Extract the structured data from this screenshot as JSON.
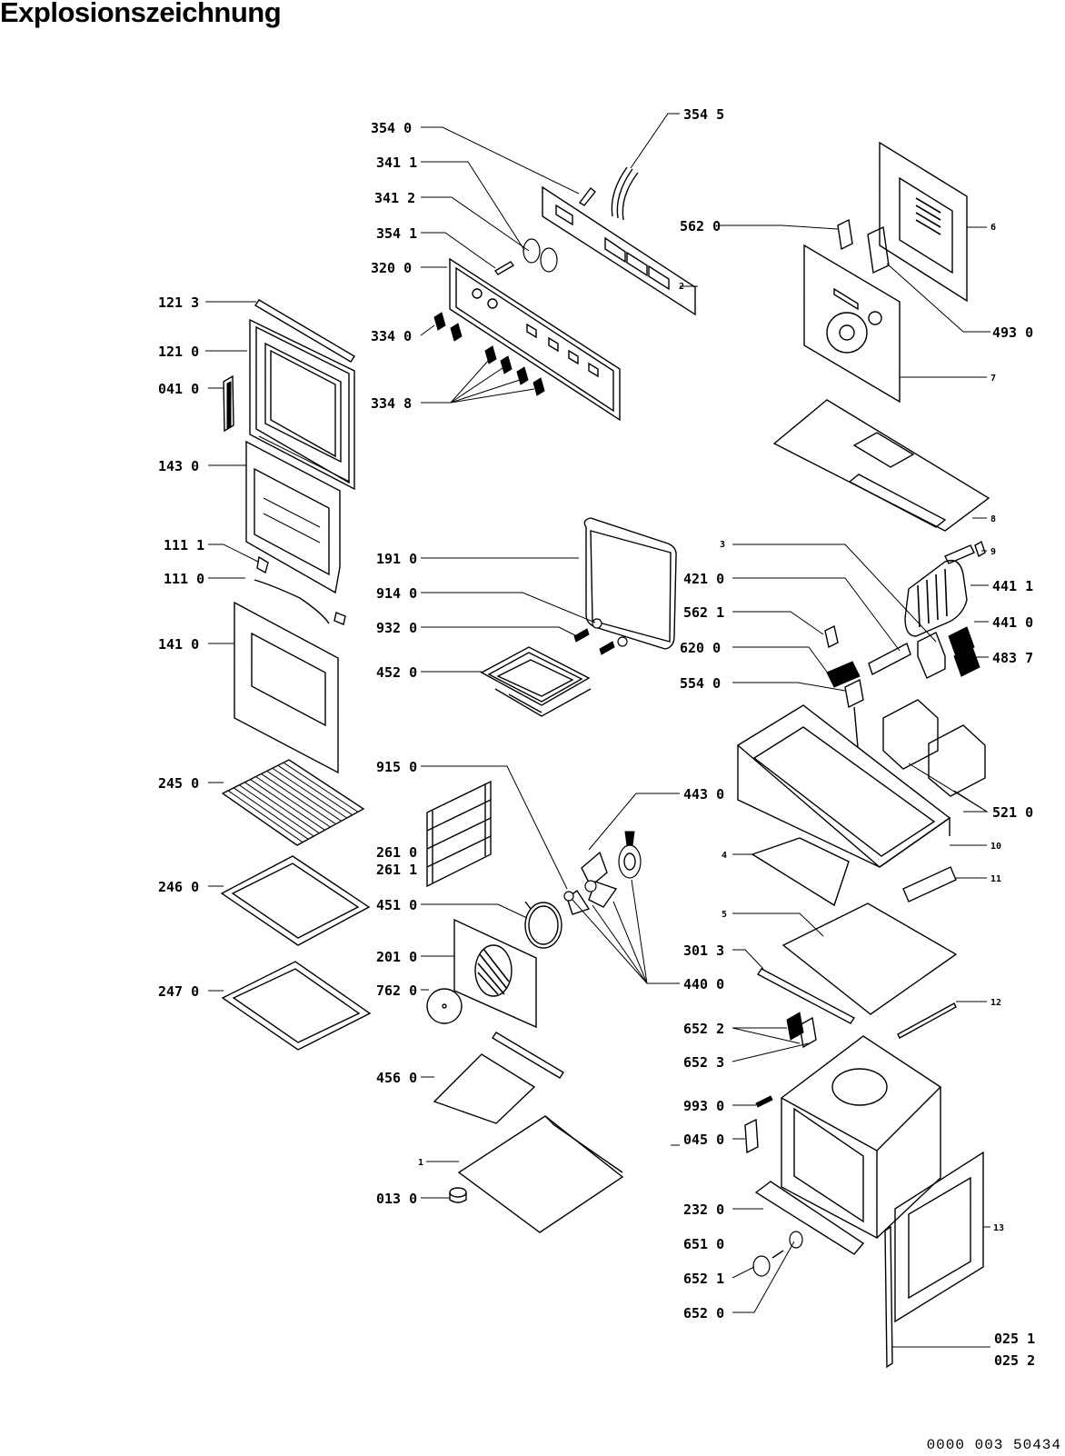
{
  "title": "Explosionszeichnung",
  "document_number": "0000 003 50434",
  "labels": {
    "l3540": "354 0",
    "l3545": "354 5",
    "l3411": "341 1",
    "l3412": "341 2",
    "l3541": "354 1",
    "l3200": "320 0",
    "l3340": "334 0",
    "l3348": "334 8",
    "l1213": "121 3",
    "l1210": "121 0",
    "l0410": "041 0",
    "l1430": "143 0",
    "l1111": "111 1",
    "l1110": "111 0",
    "l1410": "141 0",
    "l2450": "245 0",
    "l2460": "246 0",
    "l2470": "247 0",
    "l1910": "191 0",
    "l9140": "914 0",
    "l9320": "932 0",
    "l4520": "452 0",
    "l9150": "915 0",
    "l2610": "261 0",
    "l2611": "261 1",
    "l4510": "451 0",
    "l2010": "201 0",
    "l7620": "762 0",
    "l4560": "456 0",
    "l0130": "013 0",
    "l5620": "562 0",
    "l4930": "493 0",
    "l4210": "421 0",
    "l5621": "562 1",
    "l6200": "620 0",
    "l5540": "554 0",
    "l4411": "441 1",
    "l4410": "441 0",
    "l4837": "483 7",
    "l5210": "521 0",
    "l4430": "443 0",
    "l4400": "440 0",
    "l3013": "301 3",
    "l6522": "652 2",
    "l6523": "652 3",
    "l9930": "993 0",
    "l0450": "045 0",
    "l2320": "232 0",
    "l6510": "651 0",
    "l6521": "652 1",
    "l6520": "652 0",
    "l0251": "025 1",
    "l0252": "025 2",
    "n1": "1",
    "n2": "2",
    "n3": "3",
    "n4": "4",
    "n5": "5",
    "n6": "6",
    "n7": "7",
    "n8": "8",
    "n9": "9",
    "n10": "10",
    "n11": "11",
    "n12": "12",
    "n13": "13"
  }
}
